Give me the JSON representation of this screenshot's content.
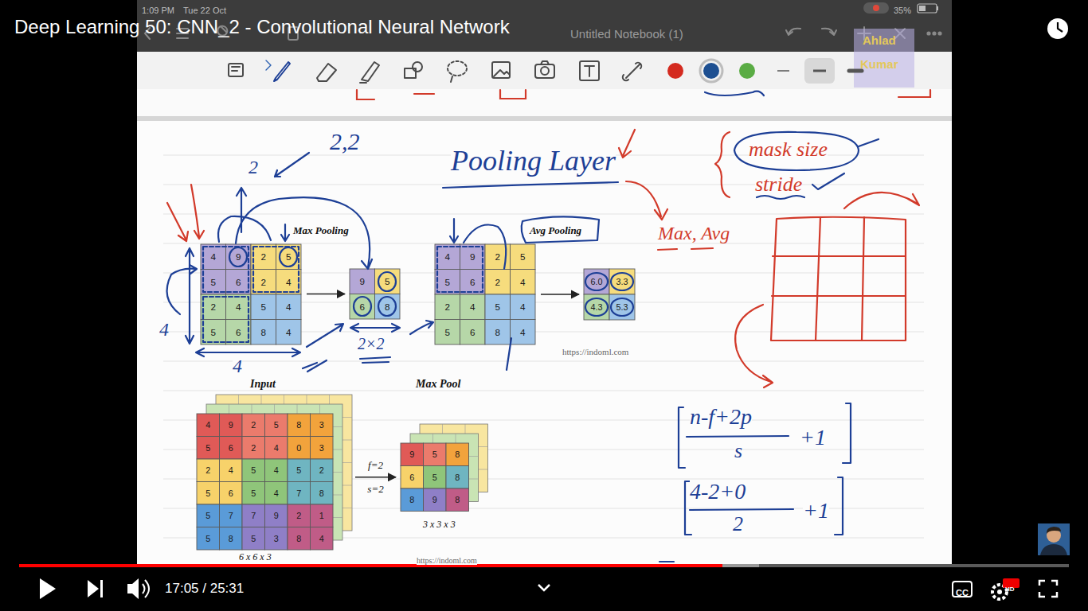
{
  "diagram": {
    "title": "Deep Learning 50: CNN_2 - Convolutional Neural Network",
    "nodes": [
      {
        "text": [
          "Max Pooling",
          "4",
          "9",
          "2",
          "5",
          "5",
          "6",
          "2",
          "4",
          "2",
          "4",
          "5",
          "4",
          "5",
          "6",
          "8",
          "4"
        ]
      },
      {
        "text": [
          "9",
          "5",
          "6",
          "8"
        ]
      },
      {
        "text": [
          "Avg Pooling",
          "4",
          "9",
          "2",
          "5",
          "5",
          "6",
          "2",
          "4",
          "2",
          "4",
          "5",
          "4",
          "5",
          "6",
          "8",
          "4"
        ]
      },
      {
        "text": [
          "6.0",
          "3.3",
          "4.3",
          "5.3"
        ]
      },
      {
        "text": [
          "Input",
          "4",
          "9",
          "2",
          "5",
          "8",
          "3",
          "5",
          "6",
          "2",
          "4",
          "0",
          "3",
          "2",
          "4",
          "5",
          "4",
          "5",
          "2",
          "5",
          "6",
          "5",
          "4",
          "7",
          "8",
          "5",
          "7",
          "7",
          "9",
          "2",
          "1",
          "5",
          "8",
          "5",
          "3",
          "8",
          "4",
          "6 x 6 x 3"
        ]
      },
      {
        "text": [
          "Max Pool",
          "9",
          "5",
          "8",
          "6",
          "5",
          "8",
          "8",
          "9",
          "8",
          "3 x 3 x 3"
        ]
      }
    ],
    "edges": [
      {
        "from": 0,
        "to": 1,
        "arrow": "to"
      },
      {
        "from": 2,
        "to": 3,
        "arrow": "to"
      },
      {
        "from": 4,
        "to": 5,
        "arrow": "to",
        "label": "f=2 s=2"
      }
    ],
    "labels": [
      "1:09 PM",
      "Tue 22 Oct",
      "35%",
      "Untitled Notebook (1)",
      "Ahlad",
      "Kumar",
      "Pooling Layer",
      "2,2",
      "2",
      "4",
      "4",
      "2×2",
      "https://indoml.com",
      "Max, Avg",
      "mask size",
      "stride",
      "n-f+2p",
      "s",
      "+1",
      "4-2+0",
      "2",
      "+1",
      "https://indoml.com",
      "17:05 / 25:31",
      "CC",
      "HD"
    ]
  }
}
